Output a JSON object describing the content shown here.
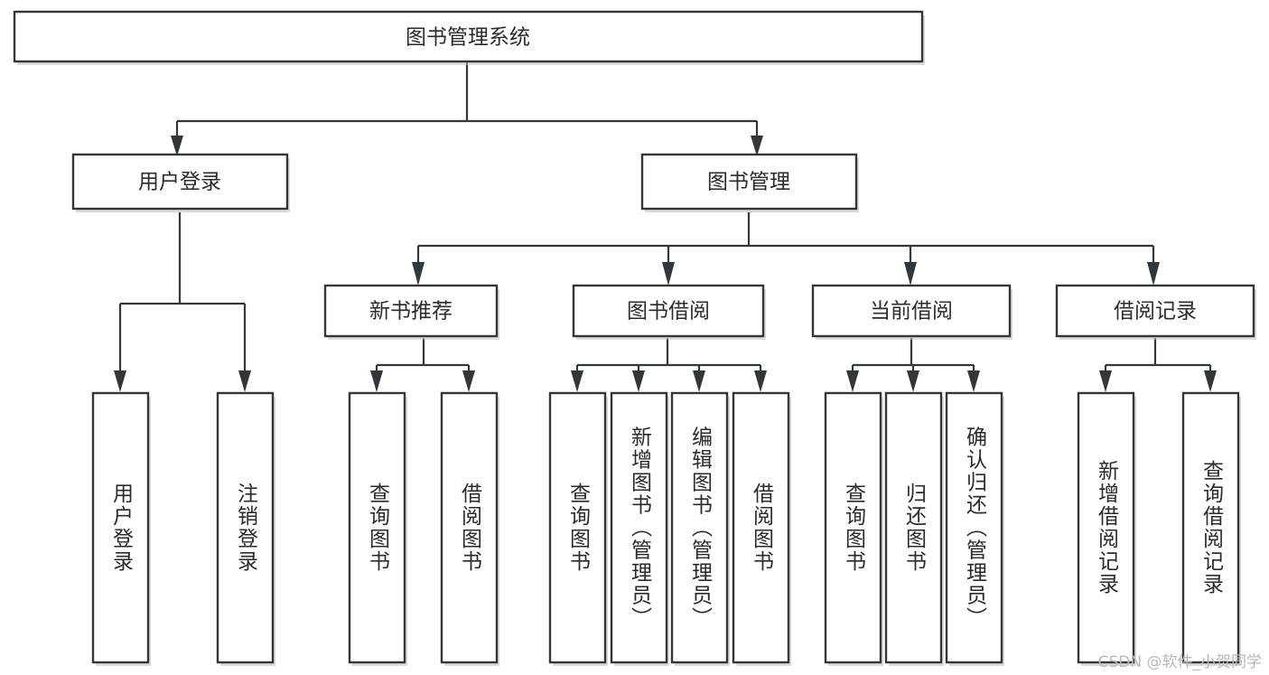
{
  "diagram": {
    "title_node": {
      "label": "图书管理系统"
    },
    "level1": [
      {
        "label": "用户登录"
      },
      {
        "label": "图书管理"
      }
    ],
    "level2": [
      {
        "label": "新书推荐"
      },
      {
        "label": "图书借阅"
      },
      {
        "label": "当前借阅"
      },
      {
        "label": "借阅记录"
      }
    ],
    "leaves_user_login": [
      {
        "label": "用户登录"
      },
      {
        "label": "注销登录"
      }
    ],
    "leaves_new_book": [
      {
        "label": "查询图书"
      },
      {
        "label": "借阅图书"
      }
    ],
    "leaves_borrow": [
      {
        "label": "查询图书"
      },
      {
        "label": "新增图书（管理员）"
      },
      {
        "label": "编辑图书（管理员）"
      },
      {
        "label": "借阅图书"
      }
    ],
    "leaves_current": [
      {
        "label": "查询图书"
      },
      {
        "label": "归还图书"
      },
      {
        "label": "确认归还（管理员）"
      }
    ],
    "leaves_records": [
      {
        "label": "新增借阅记录"
      },
      {
        "label": "查询借阅记录"
      }
    ]
  },
  "watermark": {
    "text": "CSDN @软件_小贺同学"
  },
  "colors": {
    "stroke": "#32373b",
    "fill": "#ffffff",
    "text": "#2b2b2b",
    "watermark": "#b9b9b9"
  }
}
